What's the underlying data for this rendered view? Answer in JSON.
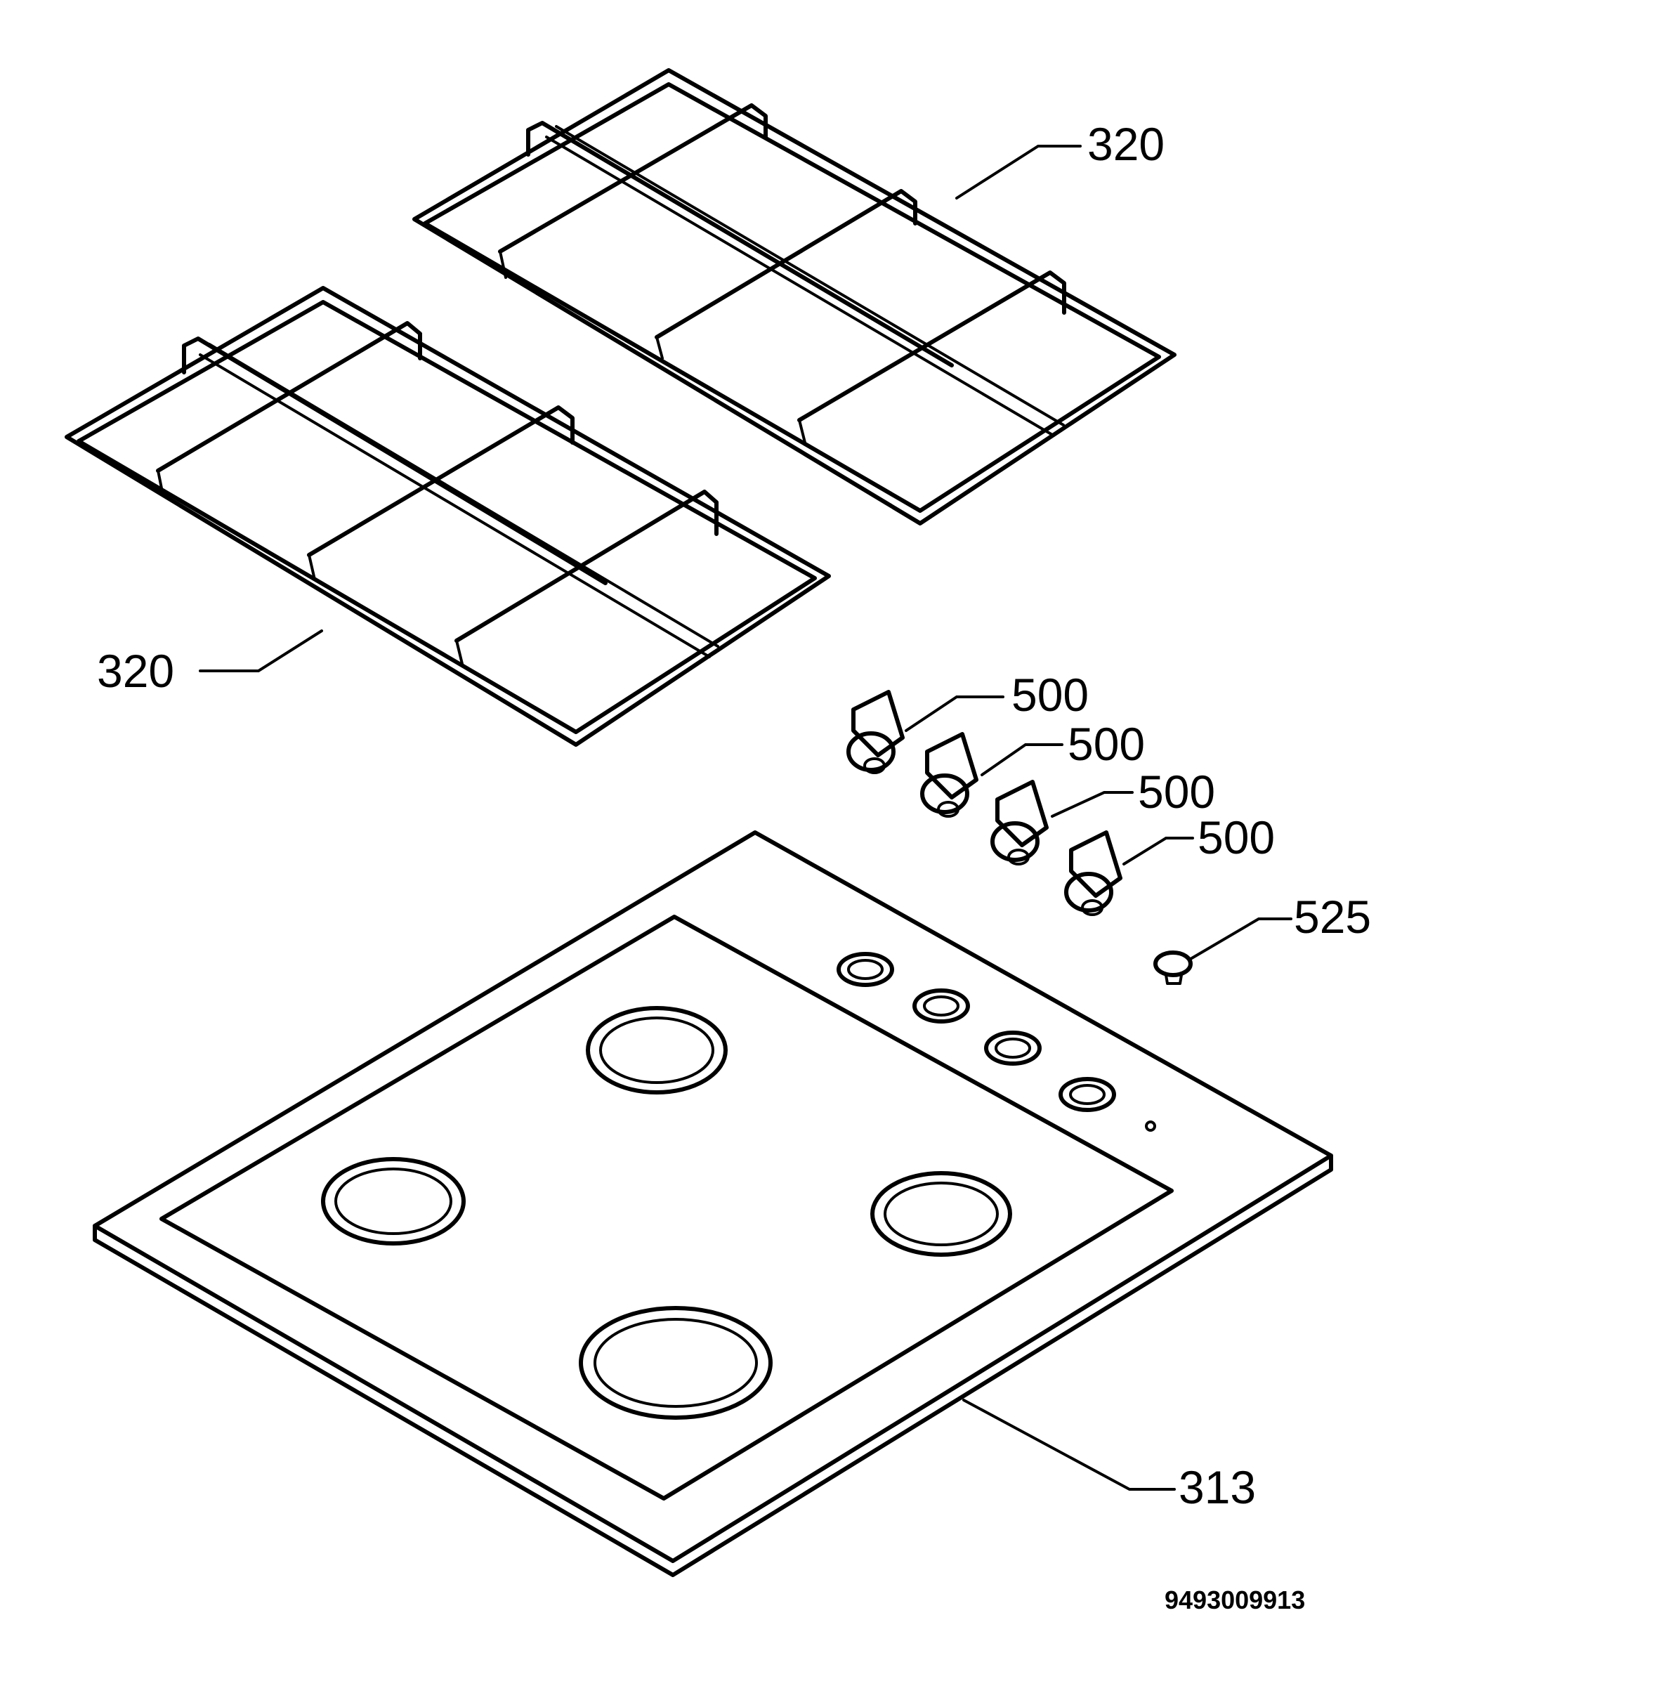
{
  "callouts": {
    "grate_upper": "320",
    "grate_lower": "320",
    "knob_1": "500",
    "knob_2": "500",
    "knob_3": "500",
    "knob_4": "500",
    "spark_button": "525",
    "hob_top": "313"
  },
  "document_number": "9493009913"
}
